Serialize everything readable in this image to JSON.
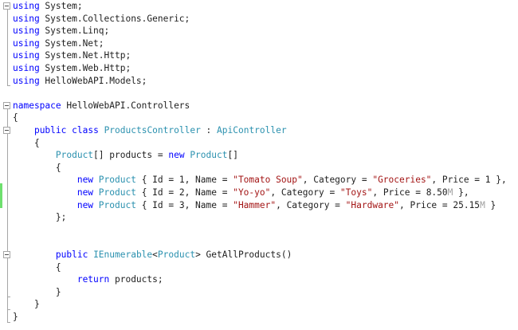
{
  "editor": {
    "language": "C#",
    "change_marker_color": "#6ee06e",
    "colors": {
      "keyword": "#0000ff",
      "type": "#2b91af",
      "string": "#a31515",
      "text": "#1e1e1e"
    },
    "lines": [
      {
        "indent": "",
        "parts": [
          {
            "k": "kw",
            "t": "using"
          },
          {
            "k": "",
            "t": " System;"
          }
        ]
      },
      {
        "indent": "",
        "parts": [
          {
            "k": "kw",
            "t": "using"
          },
          {
            "k": "",
            "t": " System.Collections.Generic;"
          }
        ]
      },
      {
        "indent": "",
        "parts": [
          {
            "k": "kw",
            "t": "using"
          },
          {
            "k": "",
            "t": " System.Linq;"
          }
        ]
      },
      {
        "indent": "",
        "parts": [
          {
            "k": "kw",
            "t": "using"
          },
          {
            "k": "",
            "t": " System.Net;"
          }
        ]
      },
      {
        "indent": "",
        "parts": [
          {
            "k": "kw",
            "t": "using"
          },
          {
            "k": "",
            "t": " System.Net.Http;"
          }
        ]
      },
      {
        "indent": "",
        "parts": [
          {
            "k": "kw",
            "t": "using"
          },
          {
            "k": "",
            "t": " System.Web.Http;"
          }
        ]
      },
      {
        "indent": "",
        "parts": [
          {
            "k": "kw",
            "t": "using"
          },
          {
            "k": "",
            "t": " HelloWebAPI.Models;"
          }
        ]
      },
      {
        "indent": "",
        "parts": []
      },
      {
        "indent": "",
        "parts": [
          {
            "k": "kw",
            "t": "namespace"
          },
          {
            "k": "",
            "t": " HelloWebAPI.Controllers"
          }
        ]
      },
      {
        "indent": "",
        "parts": [
          {
            "k": "",
            "t": "{"
          }
        ]
      },
      {
        "indent": "    ",
        "parts": [
          {
            "k": "kw",
            "t": "public"
          },
          {
            "k": "",
            "t": " "
          },
          {
            "k": "kw",
            "t": "class"
          },
          {
            "k": "",
            "t": " "
          },
          {
            "k": "ty",
            "t": "ProductsController"
          },
          {
            "k": "",
            "t": " : "
          },
          {
            "k": "ty",
            "t": "ApiController"
          }
        ]
      },
      {
        "indent": "    ",
        "parts": [
          {
            "k": "",
            "t": "{"
          }
        ]
      },
      {
        "indent": "        ",
        "parts": [
          {
            "k": "ty",
            "t": "Product"
          },
          {
            "k": "",
            "t": "[] products = "
          },
          {
            "k": "kw",
            "t": "new"
          },
          {
            "k": "",
            "t": " "
          },
          {
            "k": "ty",
            "t": "Product"
          },
          {
            "k": "",
            "t": "[]"
          }
        ]
      },
      {
        "indent": "        ",
        "parts": [
          {
            "k": "",
            "t": "{"
          }
        ]
      },
      {
        "indent": "            ",
        "parts": [
          {
            "k": "kw",
            "t": "new"
          },
          {
            "k": "",
            "t": " "
          },
          {
            "k": "ty",
            "t": "Product"
          },
          {
            "k": "",
            "t": " { Id = 1, Name = "
          },
          {
            "k": "st",
            "t": "\"Tomato Soup\""
          },
          {
            "k": "",
            "t": ", Category = "
          },
          {
            "k": "st",
            "t": "\"Groceries\""
          },
          {
            "k": "",
            "t": ", Price = 1 },"
          }
        ]
      },
      {
        "indent": "            ",
        "parts": [
          {
            "k": "kw",
            "t": "new"
          },
          {
            "k": "",
            "t": " "
          },
          {
            "k": "ty",
            "t": "Product"
          },
          {
            "k": "",
            "t": " { Id = 2, Name = "
          },
          {
            "k": "st",
            "t": "\"Yo-yo\""
          },
          {
            "k": "",
            "t": ", Category = "
          },
          {
            "k": "st",
            "t": "\"Toys\""
          },
          {
            "k": "",
            "t": ", Price = 8.50"
          },
          {
            "k": "mu",
            "t": "M"
          },
          {
            "k": "",
            "t": " },"
          }
        ]
      },
      {
        "indent": "            ",
        "parts": [
          {
            "k": "kw",
            "t": "new"
          },
          {
            "k": "",
            "t": " "
          },
          {
            "k": "ty",
            "t": "Product"
          },
          {
            "k": "",
            "t": " { Id = 3, Name = "
          },
          {
            "k": "st",
            "t": "\"Hammer\""
          },
          {
            "k": "",
            "t": ", Category = "
          },
          {
            "k": "st",
            "t": "\"Hardware\""
          },
          {
            "k": "",
            "t": ", Price = 25.15"
          },
          {
            "k": "mu",
            "t": "M"
          },
          {
            "k": "",
            "t": " }"
          }
        ]
      },
      {
        "indent": "        ",
        "parts": [
          {
            "k": "",
            "t": "};"
          }
        ]
      },
      {
        "indent": "",
        "parts": []
      },
      {
        "indent": "",
        "parts": []
      },
      {
        "indent": "        ",
        "parts": [
          {
            "k": "kw",
            "t": "public"
          },
          {
            "k": "",
            "t": " "
          },
          {
            "k": "ty",
            "t": "IEnumerable"
          },
          {
            "k": "",
            "t": "<"
          },
          {
            "k": "ty",
            "t": "Product"
          },
          {
            "k": "",
            "t": "> GetAllProducts()"
          }
        ]
      },
      {
        "indent": "        ",
        "parts": [
          {
            "k": "",
            "t": "{"
          }
        ]
      },
      {
        "indent": "            ",
        "parts": [
          {
            "k": "kw",
            "t": "return"
          },
          {
            "k": "",
            "t": " products;"
          }
        ]
      },
      {
        "indent": "        ",
        "parts": [
          {
            "k": "",
            "t": "}"
          }
        ]
      },
      {
        "indent": "    ",
        "parts": [
          {
            "k": "",
            "t": "}"
          }
        ]
      },
      {
        "indent": "",
        "parts": [
          {
            "k": "",
            "t": "}"
          }
        ]
      }
    ],
    "fold_lines": [
      0,
      8,
      10,
      20
    ],
    "changed_lines": [
      15,
      16
    ]
  }
}
